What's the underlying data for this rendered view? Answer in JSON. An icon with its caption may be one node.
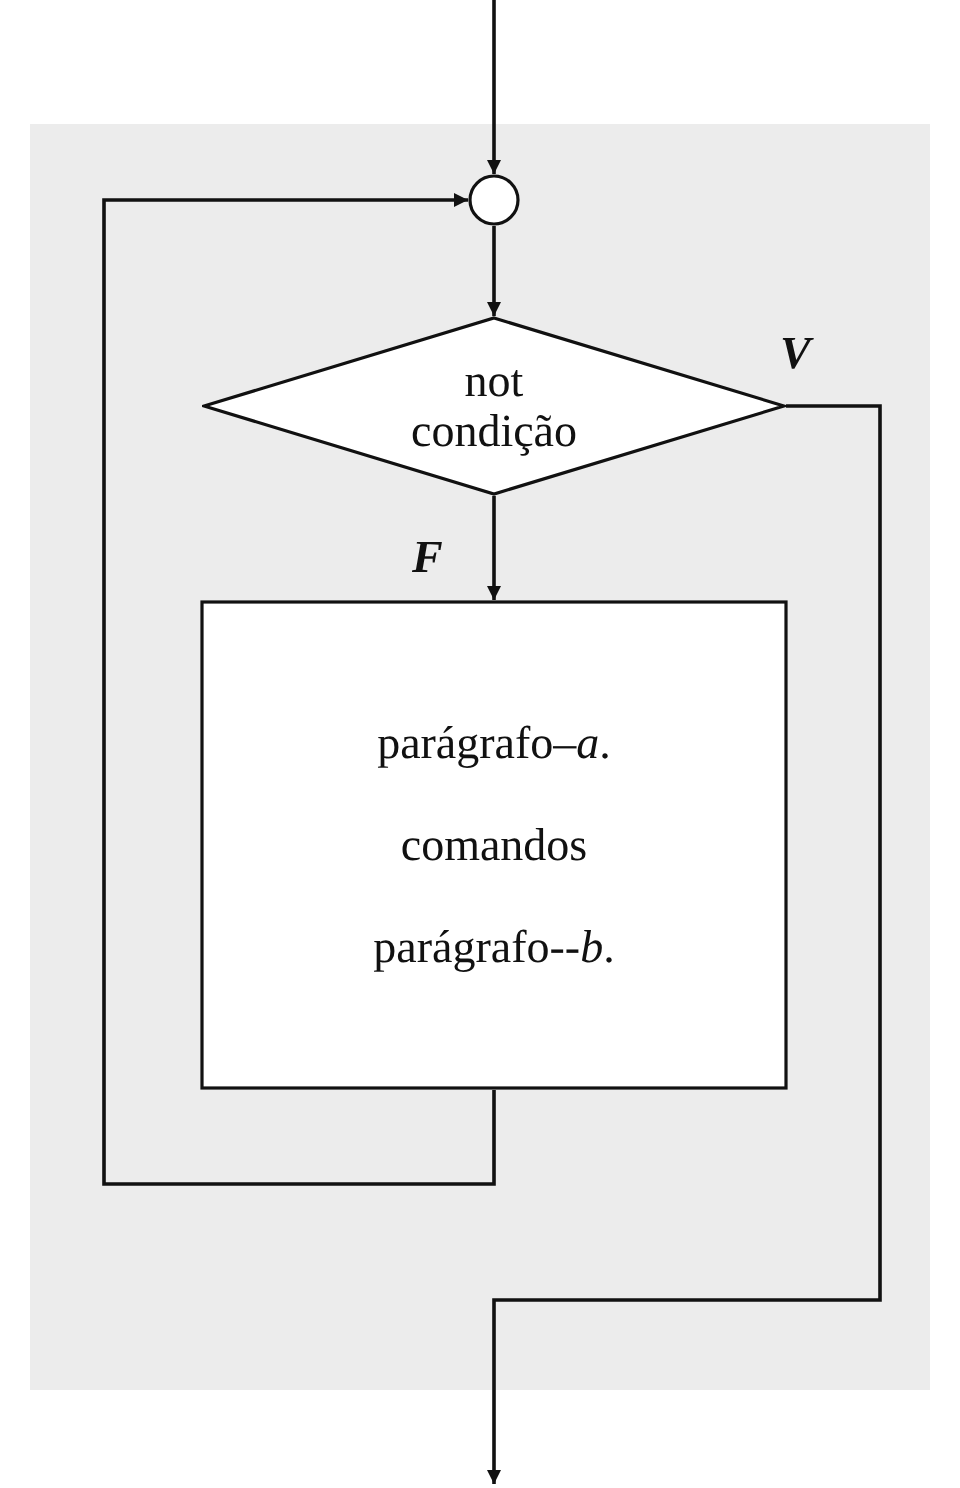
{
  "diagram": {
    "nodes": [
      {
        "text": [],
        "shape": "circle"
      },
      {
        "text": [
          "not condição"
        ]
      },
      {
        "text": [
          "parágrafo–*a*.",
          "comandos",
          "parágrafo--*b*."
        ]
      }
    ],
    "edges": [
      {
        "from": null,
        "to": 0,
        "arrow": "to"
      },
      {
        "from": 0,
        "to": 1,
        "arrow": "to"
      },
      {
        "from": 1,
        "to": 2,
        "arrow": "to",
        "label": "F"
      },
      {
        "from": 2,
        "to": 0,
        "arrow": "to"
      },
      {
        "from": 1,
        "to": null,
        "arrow": "to",
        "label": "V"
      }
    ]
  }
}
